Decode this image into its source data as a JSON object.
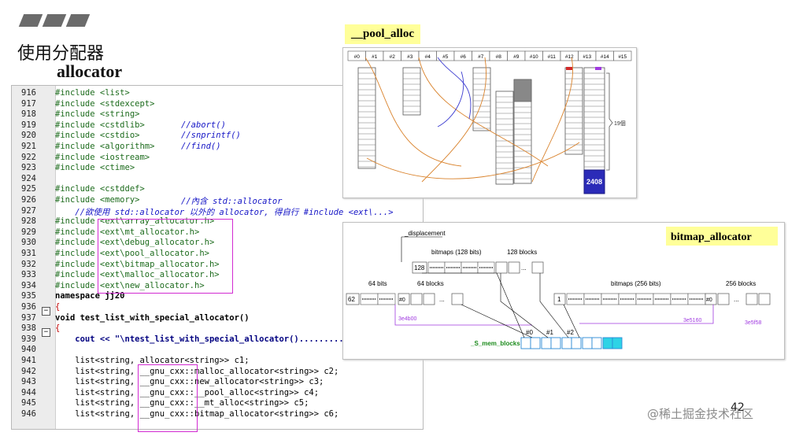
{
  "slide": {
    "title_cn": "使用分配器",
    "title_en": "allocator",
    "page_number": "42",
    "footer_watermark": "@稀土掘金技术社区"
  },
  "code": {
    "lines": [
      {
        "no": "916",
        "text": "#include <list>",
        "kind": "pp"
      },
      {
        "no": "917",
        "text": "#include <stdexcept>",
        "kind": "pp"
      },
      {
        "no": "918",
        "text": "#include <string>",
        "kind": "pp"
      },
      {
        "no": "919",
        "text": "#include <cstdlib>",
        "kind": "pp",
        "comment": "//abort()"
      },
      {
        "no": "920",
        "text": "#include <cstdio>",
        "kind": "pp",
        "comment": "//snprintf()"
      },
      {
        "no": "921",
        "text": "#include <algorithm>",
        "kind": "pp",
        "comment": "//find()"
      },
      {
        "no": "922",
        "text": "#include <iostream>",
        "kind": "pp"
      },
      {
        "no": "923",
        "text": "#include <ctime>",
        "kind": "pp"
      },
      {
        "no": "924",
        "text": "",
        "kind": "pp"
      },
      {
        "no": "925",
        "text": "#include <cstddef>",
        "kind": "pp"
      },
      {
        "no": "926",
        "text": "#include <memory>",
        "kind": "pp",
        "comment": "//內含 std::allocator"
      },
      {
        "no": "927",
        "text": "    //欲使用 std::allocator 以外的 allocator, 得自行 #include <ext\\...>",
        "kind": "cmt"
      },
      {
        "no": "928",
        "text": "#include <ext\\array_allocator.h>",
        "kind": "pp"
      },
      {
        "no": "929",
        "text": "#include <ext\\mt_allocator.h>",
        "kind": "pp"
      },
      {
        "no": "930",
        "text": "#include <ext\\debug_allocator.h>",
        "kind": "pp"
      },
      {
        "no": "931",
        "text": "#include <ext\\pool_allocator.h>",
        "kind": "pp"
      },
      {
        "no": "932",
        "text": "#include <ext\\bitmap_allocator.h>",
        "kind": "pp"
      },
      {
        "no": "933",
        "text": "#include <ext\\malloc_allocator.h>",
        "kind": "pp"
      },
      {
        "no": "934",
        "text": "#include <ext\\new_allocator.h>",
        "kind": "pp"
      },
      {
        "no": "935",
        "text": "namespace jj20",
        "kind": "ns"
      },
      {
        "no": "936",
        "text": "{",
        "kind": "op"
      },
      {
        "no": "937",
        "text": "void test_list_with_special_allocator()",
        "kind": "fnl"
      },
      {
        "no": "938",
        "text": "{",
        "kind": "op"
      },
      {
        "no": "939",
        "text": "    cout << \"\\ntest_list_with_special_allocator().........",
        "kind": "cout"
      },
      {
        "no": "940",
        "text": "",
        "kind": "plain"
      },
      {
        "no": "941",
        "text": "    list<string, allocator<string>> c1;",
        "kind": "plain"
      },
      {
        "no": "942",
        "text": "    list<string, __gnu_cxx::malloc_allocator<string>> c2;",
        "kind": "plain"
      },
      {
        "no": "943",
        "text": "    list<string, __gnu_cxx::new_allocator<string>> c3;",
        "kind": "plain"
      },
      {
        "no": "944",
        "text": "    list<string, __gnu_cxx::__pool_alloc<string>> c4;",
        "kind": "plain"
      },
      {
        "no": "945",
        "text": "    list<string, __gnu_cxx::__mt_alloc<string>> c5;",
        "kind": "plain"
      },
      {
        "no": "946",
        "text": "    list<string, __gnu_cxx::bitmap_allocator<string>> c6;",
        "kind": "plain"
      }
    ]
  },
  "pool_alloc": {
    "title": "__pool_alloc",
    "slots": [
      "#0",
      "#1",
      "#2",
      "#3",
      "#4",
      "#5",
      "#6",
      "#7",
      "#8",
      "#9",
      "#10",
      "#11",
      "#12",
      "#13",
      "#14",
      "#15"
    ],
    "count_label": "19個",
    "block_label": "2408"
  },
  "bitmap_alloc": {
    "title": "bitmap_allocator",
    "displacement": "_displacement",
    "bitmaps_128": "bitmaps (128 bits)",
    "blocks_128": "128 blocks",
    "bitmaps_256": "bitmaps (256 bits)",
    "blocks_256": "256 blocks",
    "bits_64": "64 bits",
    "blocks_64": "64 blocks",
    "val_128": "128",
    "val_62": "62",
    "val_1": "1",
    "hash0": "#0",
    "hash1": "#1",
    "hash2": "#2",
    "addr1": "3e4b00",
    "addr2": "3e5160",
    "addr3": "3e5f58",
    "mem_label": "_S_mem_blocks",
    "dots": "..."
  },
  "colors": {
    "preprocessor": "#1c6b1c",
    "comment": "#1515c6",
    "highlight_box": "#d22ad2",
    "title_tag_bg": "#ffff99",
    "pool_dark_block": "#2b2bb8",
    "mem_blocks_cyan": "#2ed3e6"
  }
}
